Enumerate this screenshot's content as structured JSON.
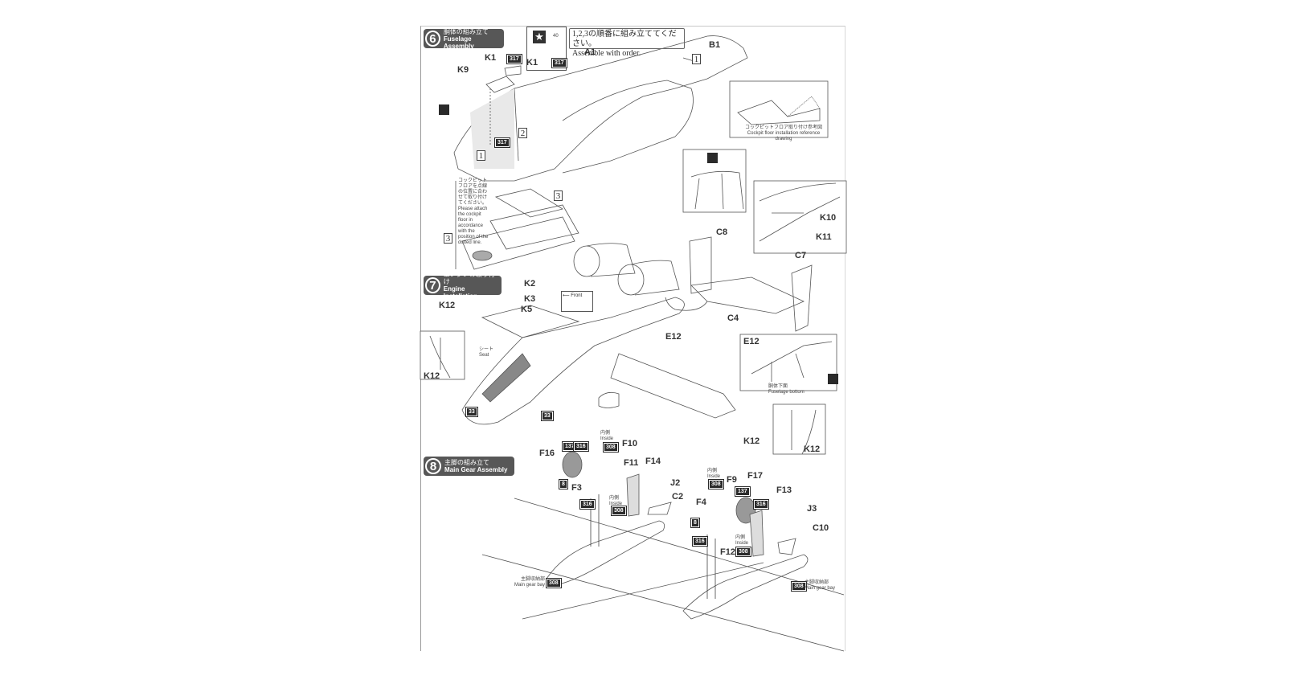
{
  "steps": [
    {
      "number": "6",
      "title_jp": "胴体の組み立て",
      "title_en": "Fuselage Assembly"
    },
    {
      "number": "7",
      "title_jp": "エンジンの取り付け",
      "title_en": "Engine Installation"
    },
    {
      "number": "8",
      "title_jp": "主脚の組み立て",
      "title_en": "Main Gear Assembly"
    }
  ],
  "order_note": {
    "jp": "1,2,3の順番に組み立ててください。",
    "en": "Assemble with order."
  },
  "sequence_marks": [
    "1",
    "2",
    "1",
    "3",
    "3"
  ],
  "cockpit_note": {
    "jp": "コックピットフロアを点線の位置に合わせて取り付けてください。",
    "en": "Please attach the cockpit floor in accordance with the position of the dotted line."
  },
  "cockpit_inset": {
    "jp": "コックピットフロア取り付け参考図",
    "en": "Cockpit floor installation reference drawing"
  },
  "decal_marker": "40",
  "front_label": "Front",
  "seat_label": {
    "jp": "シート",
    "en": "Seat"
  },
  "fuselage_bottom": {
    "jp": "胴体下面",
    "en": "Fuselage bottom"
  },
  "inside_label": {
    "jp": "内側",
    "en": "Inside"
  },
  "gear_bay_label": {
    "jp": "主脚収納部",
    "en": "Main gear bay"
  },
  "parts": {
    "A1": "A1",
    "B1": "B1",
    "K1": "K1",
    "K9": "K9",
    "K2": "K2",
    "K3": "K3",
    "K5": "K5",
    "K10": "K10",
    "K11": "K11",
    "K12": "K12",
    "C4": "C4",
    "C7": "C7",
    "C8": "C8",
    "E12": "E12",
    "F3": "F3",
    "F4": "F4",
    "F9": "F9",
    "F10": "F10",
    "F11": "F11",
    "F12": "F12",
    "F13": "F13",
    "F14": "F14",
    "F16": "F16",
    "F17": "F17",
    "J2": "J2",
    "J3": "J3",
    "C2": "C2",
    "C10": "C10"
  },
  "colors": {
    "c317": "317",
    "c33": "33",
    "c137": "137",
    "c316": "316",
    "c308": "308",
    "c8": "8"
  }
}
